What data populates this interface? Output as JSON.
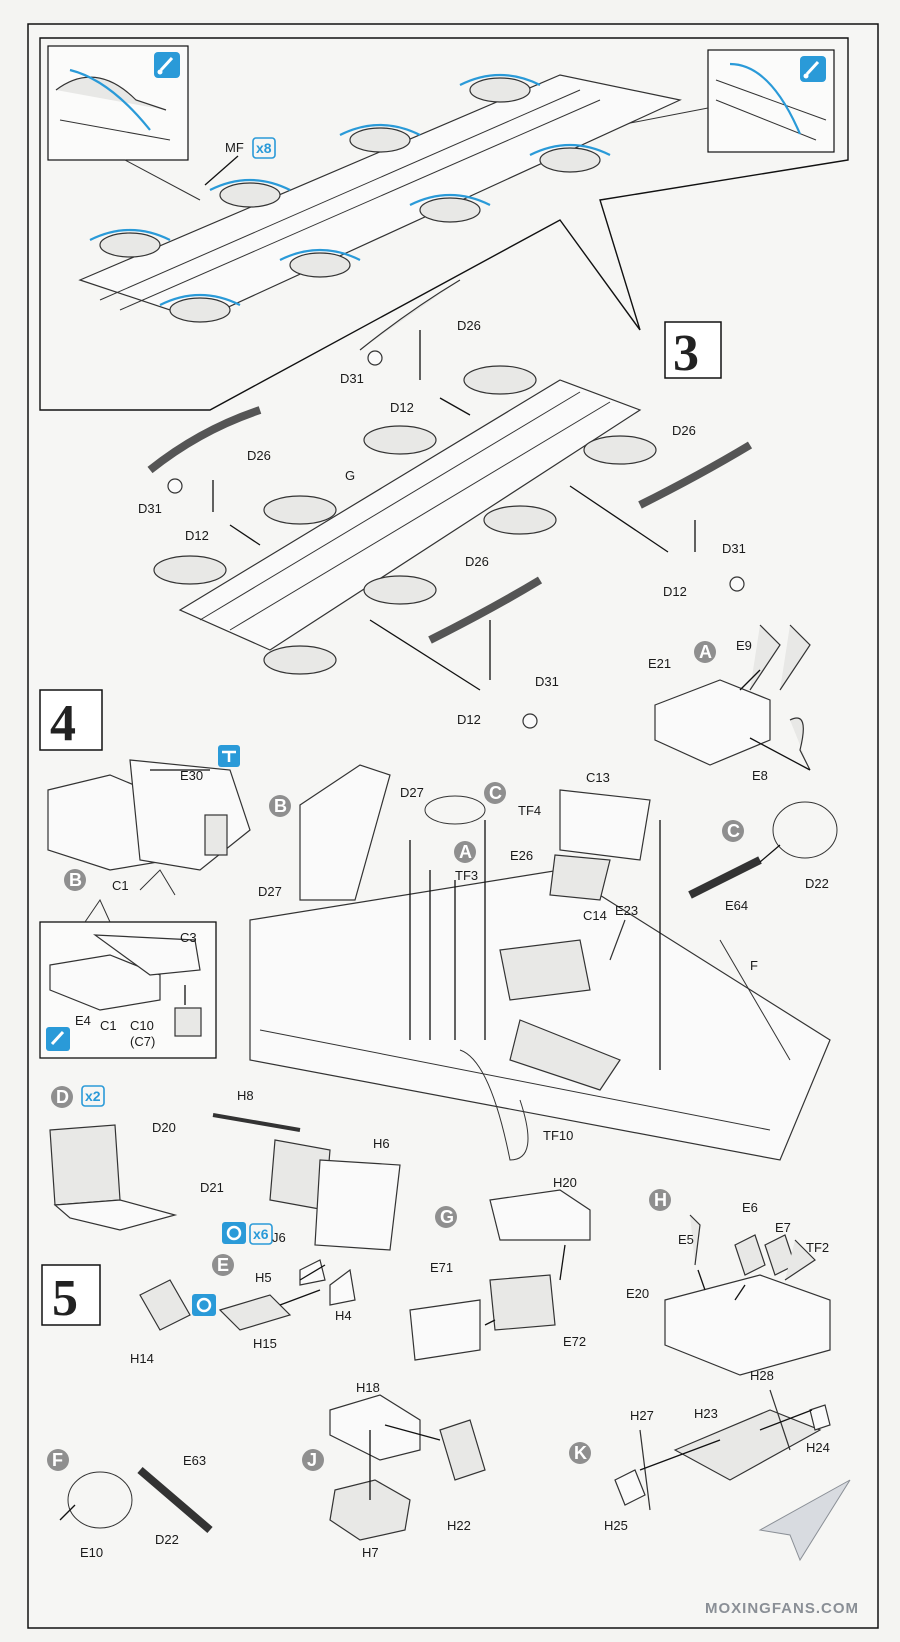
{
  "steps": {
    "step3": "3",
    "step4": "4",
    "step5": "5"
  },
  "subassemblies": {
    "A": "A",
    "B": "B",
    "C": "C",
    "D": "D",
    "E": "E",
    "F": "F",
    "G": "G",
    "H": "H",
    "J": "J",
    "K": "K"
  },
  "badges": {
    "mf_qty": "x8",
    "d_qty": "x2",
    "j6_qty": "x6"
  },
  "labels": {
    "MF": "MF",
    "D26": "D26",
    "D31": "D31",
    "D12": "D12",
    "G": "G",
    "E9": "E9",
    "E21": "E21",
    "E8": "E8",
    "E30": "E30",
    "C1": "C1",
    "C3": "C3",
    "E4": "E4",
    "C10": "C10",
    "C7": "(C7)",
    "D27": "D27",
    "TF4": "TF4",
    "TF3": "TF3",
    "E26": "E26",
    "C13": "C13",
    "C14": "C14",
    "E23": "E23",
    "F": "F",
    "D22": "D22",
    "E64": "E64",
    "TF10": "TF10",
    "D20": "D20",
    "D21": "D21",
    "H8": "H8",
    "H6": "H6",
    "J6": "J6",
    "H5": "H5",
    "H4": "H4",
    "H14": "H14",
    "H15": "H15",
    "H20": "H20",
    "E71": "E71",
    "E72": "E72",
    "E5": "E5",
    "E6": "E6",
    "E7": "E7",
    "TF2": "TF2",
    "E20": "E20",
    "H18": "H18",
    "H7": "H7",
    "H22": "H22",
    "E63": "E63",
    "E10": "E10",
    "H28": "H28",
    "H27": "H27",
    "H23": "H23",
    "H24": "H24",
    "H25": "H25"
  },
  "watermark": "MOXINGFANS.COM",
  "colors": {
    "accent": "#2a9ad8",
    "sub_circle": "#8f8f8f",
    "ink": "#222222"
  }
}
